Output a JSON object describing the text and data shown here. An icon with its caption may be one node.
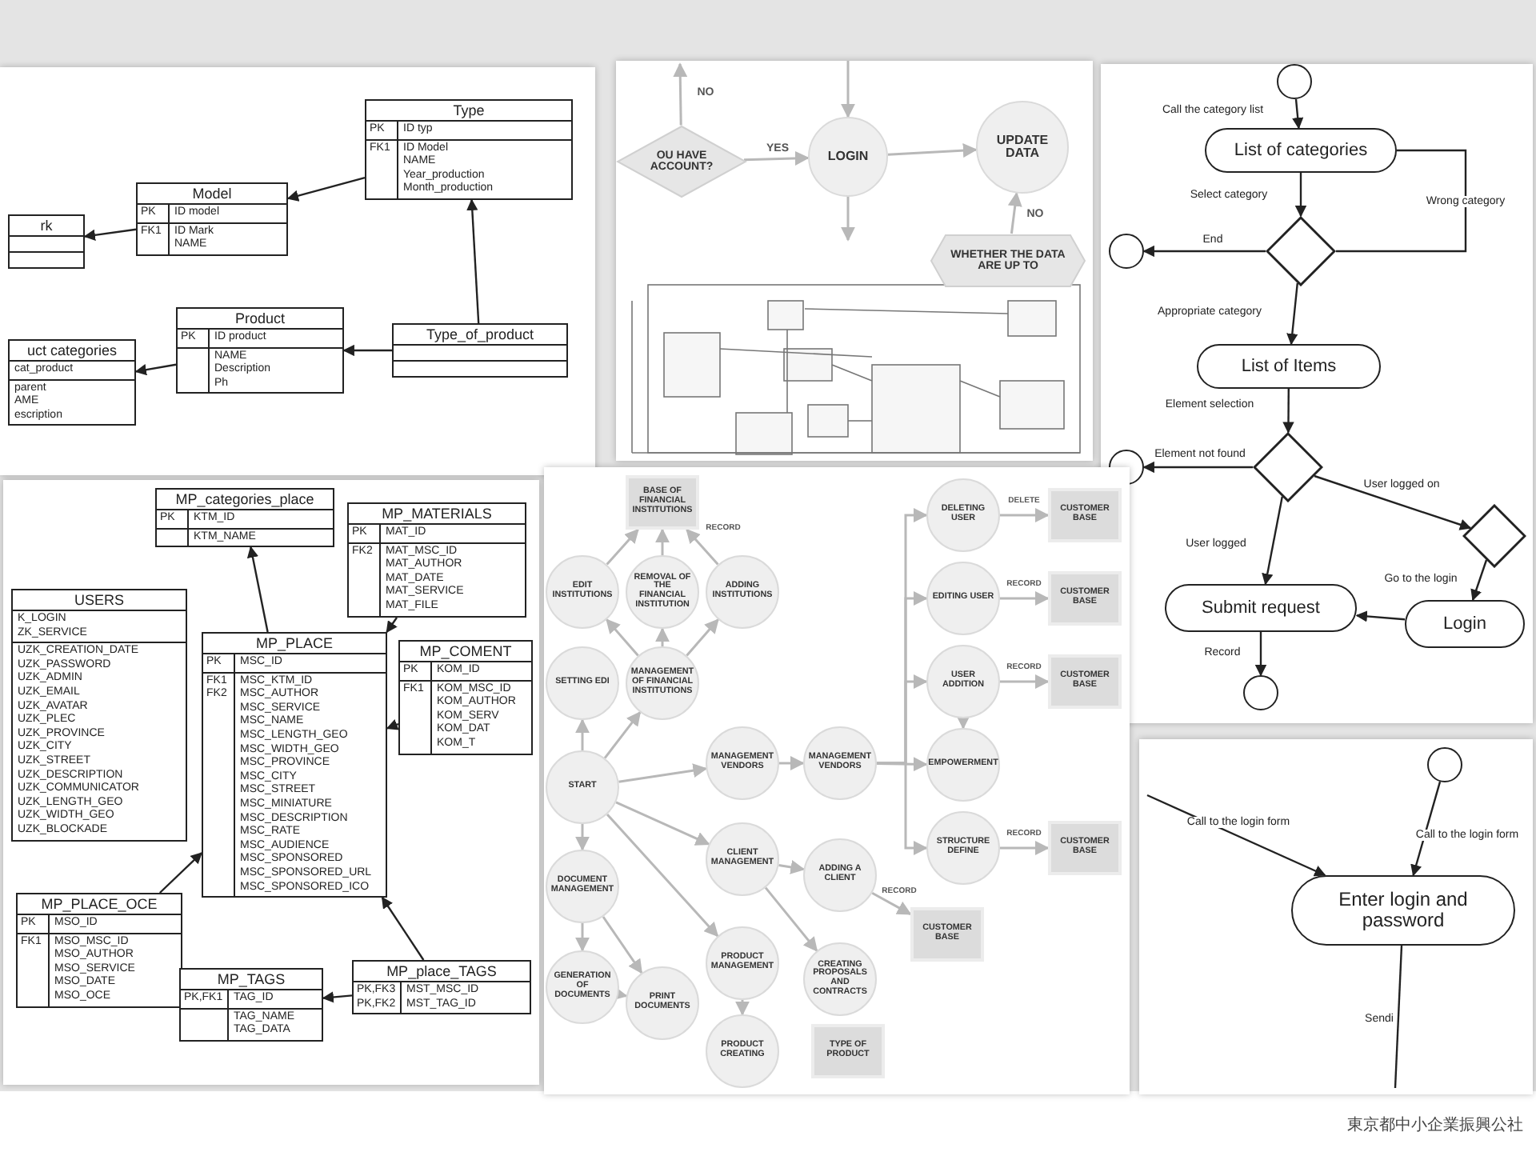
{
  "diagram": {
    "nodes": [
      {
        "text": [
          "rk"
        ]
      },
      {
        "text": [
          "Model",
          "PK",
          "FK1",
          "ID model",
          "ID Mark",
          "NAME"
        ]
      },
      {
        "text": [
          "Type",
          "PK",
          "FK1",
          "ID typ",
          "ID Model",
          "NAME",
          "Year_production",
          "Month_production"
        ]
      },
      {
        "text": [
          "Type_of_product"
        ]
      },
      {
        "text": [
          "Product",
          "PK",
          "ID product",
          "NAME",
          "Description",
          "Ph"
        ]
      },
      {
        "text": [
          "uct categories",
          "cat_product",
          "parent",
          "AME",
          "escription"
        ]
      },
      {
        "text": [
          "MP_categories_place",
          "PK",
          "KTM_ID",
          "KTM_NAME"
        ]
      },
      {
        "text": [
          "MP_MATERIALS",
          "PK",
          "FK2",
          "MAT_ID",
          "MAT_MSC_ID",
          "MAT_AUTHOR",
          "MAT_DATE",
          "MAT_SERVICE",
          "MAT_FILE"
        ]
      },
      {
        "text": [
          "USERS",
          "K_LOGIN",
          "ZK_SERVICE",
          "UZK_CREATION_DATE",
          "UZK_PASSWORD",
          "UZK_ADMIN",
          "UZK_EMAIL",
          "UZK_AVATAR",
          "UZK_PLEC",
          "UZK_PROVINCE",
          "UZK_CITY",
          "UZK_STREET",
          "UZK_DESCRIPTION",
          "UZK_COMMUNICATOR",
          "UZK_LENGTH_GEO",
          "UZK_WIDTH_GEO",
          "UZK_BLOCKADE"
        ]
      },
      {
        "text": [
          "MP_PLACE",
          "PK",
          "FK1",
          "FK2",
          "MSC_ID",
          "MSC_KTM_ID",
          "MSC_AUTHOR",
          "MSC_SERVICE",
          "MSC_NAME",
          "MSC_LENGTH_GEO",
          "MSC_WIDTH_GEO",
          "MSC_PROVINCE",
          "MSC_CITY",
          "MSC_STREET",
          "MSC_MINIATURE",
          "MSC_DESCRIPTION",
          "MSC_RATE",
          "MSC_AUDIENCE",
          "MSC_SPONSORED",
          "MSC_SPONSORED_URL",
          "MSC_SPONSORED_ICO"
        ]
      },
      {
        "text": [
          "MP_COMENT",
          "PK",
          "FK1",
          "KOM_ID",
          "KOM_MSC_ID",
          "KOM_AUTHOR",
          "KOM_SERV",
          "KOM_DAT",
          "KOM_T"
        ]
      },
      {
        "text": [
          "MP_PLACE_OCE",
          "PK",
          "FK1",
          "MSO_ID",
          "MSO_MSC_ID",
          "MSO_AUTHOR",
          "MSO_SERVICE",
          "MSO_DATE",
          "MSO_OCE"
        ]
      },
      {
        "text": [
          "MP_place_TAGS",
          "PK,FK3",
          "PK,FK2",
          "MST_MSC_ID",
          "MST_TAG_ID"
        ]
      },
      {
        "text": [
          "MP_TAGS",
          "PK,FK1",
          "TAG_ID",
          "TAG_NAME",
          "TAG_DATA"
        ]
      },
      {
        "text": [
          "OU HAVE ACCOUNT?"
        ]
      },
      {
        "text": [
          "LOGIN"
        ]
      },
      {
        "text": [
          "UPDATE DATA"
        ]
      },
      {
        "text": [
          "WHETHER THE DATA ARE UP TO"
        ]
      },
      {
        "text": [],
        "shape": "circle"
      },
      {
        "text": [
          "List of categories"
        ]
      },
      {
        "text": [],
        "shape": "diamond"
      },
      {
        "text": [],
        "shape": "circle"
      },
      {
        "text": [
          "List of Items"
        ]
      },
      {
        "text": [],
        "shape": "diamond"
      },
      {
        "text": [],
        "shape": "circle"
      },
      {
        "text": [],
        "shape": "diamond"
      },
      {
        "text": [
          "Submit request"
        ]
      },
      {
        "text": [
          "Login"
        ]
      },
      {
        "text": [],
        "shape": "circle"
      },
      {
        "text": [
          "BASE OF FINANCIAL INSTITUTIONS"
        ]
      },
      {
        "text": [
          "EDIT INSTITUTIONS"
        ]
      },
      {
        "text": [
          "REMOVAL OF THE FINANCIAL INSTITUTION"
        ]
      },
      {
        "text": [
          "ADDING INSTITUTIONS"
        ]
      },
      {
        "text": [
          "SETTING EDI"
        ]
      },
      {
        "text": [
          "MANAGEMENT OF FINANCIAL INSTITUTIONS"
        ]
      },
      {
        "text": [
          "START"
        ]
      },
      {
        "text": [
          "MANAGEMENT VENDORS"
        ]
      },
      {
        "text": [
          "CLIENT MANAGEMENT"
        ]
      },
      {
        "text": [
          "MANAGEMENT VENDORS"
        ]
      },
      {
        "text": [
          "ADDING A CLIENT"
        ]
      },
      {
        "text": [
          "CUSTOMER BASE"
        ]
      },
      {
        "text": [
          "CREATING PROPOSALS AND CONTRACTS"
        ]
      },
      {
        "text": [
          "DELETING USER"
        ]
      },
      {
        "text": [
          "CUSTOMER BASE"
        ]
      },
      {
        "text": [
          "EDITING USER"
        ]
      },
      {
        "text": [
          "CUSTOMER BASE"
        ]
      },
      {
        "text": [
          "USER ADDITION"
        ]
      },
      {
        "text": [
          "CUSTOMER BASE"
        ]
      },
      {
        "text": [
          "EMPOWERMENT"
        ]
      },
      {
        "text": [
          "STRUCTURE DEFINE"
        ]
      },
      {
        "text": [
          "CUSTOMER BASE"
        ]
      },
      {
        "text": [
          "DOCUMENT MANAGEMENT"
        ]
      },
      {
        "text": [
          "GENERATION OF DOCUMENTS"
        ]
      },
      {
        "text": [
          "PRINT DOCUMENTS"
        ]
      },
      {
        "text": [
          "PRODUCT MANAGEMENT"
        ]
      },
      {
        "text": [
          "PRODUCT CREATING"
        ]
      },
      {
        "text": [
          "TYPE OF PRODUCT"
        ]
      },
      {
        "text": [],
        "shape": "circle"
      },
      {
        "text": [
          "Enter login and password"
        ]
      }
    ],
    "edges": [
      {
        "from": 1,
        "to": 0,
        "arrow": "to",
        "color": "#222222"
      },
      {
        "from": 2,
        "to": 1,
        "arrow": "to",
        "color": "#222222"
      },
      {
        "from": 3,
        "to": 2,
        "arrow": "to",
        "color": "#222222"
      },
      {
        "from": 3,
        "to": 4,
        "arrow": "to",
        "color": "#222222"
      },
      {
        "from": 4,
        "to": 5,
        "arrow": "to",
        "color": "#222222"
      },
      {
        "from": 9,
        "to": 6,
        "arrow": "to",
        "color": "#222222"
      },
      {
        "from": 7,
        "to": 9,
        "arrow": "to",
        "color": "#222222"
      },
      {
        "from": 10,
        "to": 9,
        "arrow": "to",
        "color": "#222222"
      },
      {
        "from": 11,
        "to": 9,
        "arrow": "to",
        "color": "#222222"
      },
      {
        "from": 12,
        "to": 9,
        "arrow": "to",
        "color": "#222222"
      },
      {
        "from": 12,
        "to": 13,
        "arrow": "to",
        "color": "#222222"
      },
      {
        "from": 14,
        "to": null,
        "arrow": "to",
        "label": "NO"
      },
      {
        "from": null,
        "to": 15,
        "arrow": "to"
      },
      {
        "from": 14,
        "to": 15,
        "arrow": "to",
        "label": "YES"
      },
      {
        "from": 15,
        "to": 16,
        "arrow": "to"
      },
      {
        "from": 15,
        "to": null,
        "arrow": "to"
      },
      {
        "from": 17,
        "to": 16,
        "arrow": "to",
        "label": "NO"
      },
      {
        "from": 18,
        "to": 19,
        "arrow": "to",
        "label": "Call the category list",
        "color": "#222222"
      },
      {
        "from": 19,
        "to": 20,
        "arrow": "to",
        "label": "Select category",
        "color": "#222222"
      },
      {
        "from": 20,
        "to": 21,
        "arrow": "to",
        "label": "End",
        "color": "#222222"
      },
      {
        "from": 20,
        "to": 19,
        "arrow": "none",
        "label": "Wrong category",
        "color": "#222222"
      },
      {
        "from": 20,
        "to": 22,
        "arrow": "to",
        "label": "Appropriate category",
        "color": "#222222"
      },
      {
        "from": 22,
        "to": 23,
        "arrow": "to",
        "label": "Element selection",
        "color": "#222222"
      },
      {
        "from": 23,
        "to": 24,
        "arrow": "to",
        "label": "Element not found",
        "color": "#222222"
      },
      {
        "from": 23,
        "to": 25,
        "arrow": "to",
        "label": "User logged on",
        "color": "#222222"
      },
      {
        "from": 23,
        "to": 26,
        "arrow": "to",
        "label": "User logged",
        "color": "#222222"
      },
      {
        "from": 25,
        "to": 27,
        "arrow": "to",
        "label": "Go to the login",
        "color": "#222222"
      },
      {
        "from": 27,
        "to": 26,
        "arrow": "to",
        "color": "#222222"
      },
      {
        "from": 26,
        "to": 28,
        "arrow": "to",
        "label": "Record",
        "color": "#222222"
      },
      {
        "from": 31,
        "to": 29,
        "arrow": "to"
      },
      {
        "from": 30,
        "to": 29,
        "arrow": "to"
      },
      {
        "from": 32,
        "to": 29,
        "arrow": "to",
        "label": "RECORD"
      },
      {
        "from": 35,
        "to": 33,
        "arrow": "to"
      },
      {
        "from": 35,
        "to": 34,
        "arrow": "to"
      },
      {
        "from": 34,
        "to": 31,
        "arrow": "to"
      },
      {
        "from": 34,
        "to": 30,
        "arrow": "to"
      },
      {
        "from": 34,
        "to": 32,
        "arrow": "to"
      },
      {
        "from": 35,
        "to": 36,
        "arrow": "to"
      },
      {
        "from": 36,
        "to": 38,
        "arrow": "to"
      },
      {
        "from": 35,
        "to": 37,
        "arrow": "to"
      },
      {
        "from": 37,
        "to": 39,
        "arrow": "to"
      },
      {
        "from": 39,
        "to": 40,
        "arrow": "to",
        "label": "RECORD"
      },
      {
        "from": 37,
        "to": 41,
        "arrow": "to"
      },
      {
        "from": 38,
        "to": 42,
        "arrow": "to"
      },
      {
        "from": 42,
        "to": 43,
        "arrow": "to",
        "label": "DELETE"
      },
      {
        "from": 38,
        "to": 44,
        "arrow": "to"
      },
      {
        "from": 44,
        "to": 45,
        "arrow": "to",
        "label": "RECORD"
      },
      {
        "from": 38,
        "to": 46,
        "arrow": "to"
      },
      {
        "from": 46,
        "to": 47,
        "arrow": "to",
        "label": "RECORD"
      },
      {
        "from": 38,
        "to": 48,
        "arrow": "to"
      },
      {
        "from": 46,
        "to": 48,
        "arrow": "to"
      },
      {
        "from": 38,
        "to": 49,
        "arrow": "to"
      },
      {
        "from": 49,
        "to": 50,
        "arrow": "to",
        "label": "RECORD"
      },
      {
        "from": 35,
        "to": 51,
        "arrow": "to"
      },
      {
        "from": 51,
        "to": 52,
        "arrow": "to"
      },
      {
        "from": 51,
        "to": 53,
        "arrow": "to"
      },
      {
        "from": 52,
        "to": 53,
        "arrow": "to"
      },
      {
        "from": 35,
        "to": 54,
        "arrow": "to"
      },
      {
        "from": 54,
        "to": 55,
        "arrow": "to"
      },
      {
        "from": null,
        "to": 58,
        "arrow": "to",
        "label": "Call to the login form",
        "color": "#222222"
      },
      {
        "from": 57,
        "to": 58,
        "arrow": "to",
        "label": "Call to the login form",
        "color": "#222222"
      },
      {
        "from": 58,
        "to": null,
        "arrow": "none",
        "label": "Sendi",
        "color": "#222222"
      }
    ],
    "labels": [
      "東京都中小企業振興公社"
    ]
  }
}
